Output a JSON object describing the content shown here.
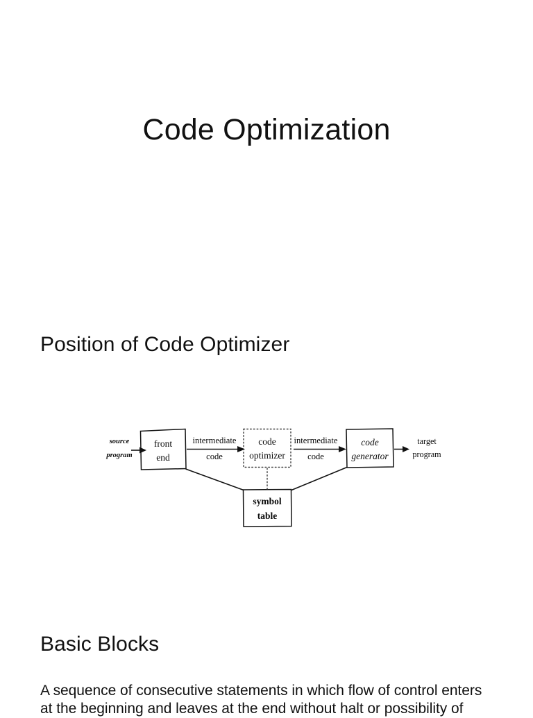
{
  "document": {
    "title": "Code Optimization"
  },
  "slide": {
    "title": "Code Optimization"
  },
  "sections": {
    "position_heading": "Position of Code Optimizer",
    "basic_blocks_heading": "Basic Blocks",
    "basic_blocks_body": "A sequence of consecutive statements in which flow of control enters at the beginning and leaves at the end without halt or possibility of"
  },
  "diagram": {
    "name": "position-of-code-optimizer",
    "inputs": {
      "source_line1": "source",
      "source_line2": "program",
      "target_line1": "target",
      "target_line2": "program"
    },
    "boxes": {
      "front_end_line1": "front",
      "front_end_line2": "end",
      "code_optimizer_line1": "code",
      "code_optimizer_line2": "optimizer",
      "code_generator_line1": "code",
      "code_generator_line2": "generator",
      "symbol_table_line1": "symbol",
      "symbol_table_line2": "table"
    },
    "edges": {
      "intermediate_1_line1": "intermediate",
      "intermediate_1_line2": "code",
      "intermediate_2_line1": "intermediate",
      "intermediate_2_line2": "code"
    }
  },
  "colors": {
    "page_background": "#ffffff",
    "text": "#111111",
    "diagram_stroke": "#121212",
    "diagram_dotted_stroke": "#3a3a3a"
  }
}
